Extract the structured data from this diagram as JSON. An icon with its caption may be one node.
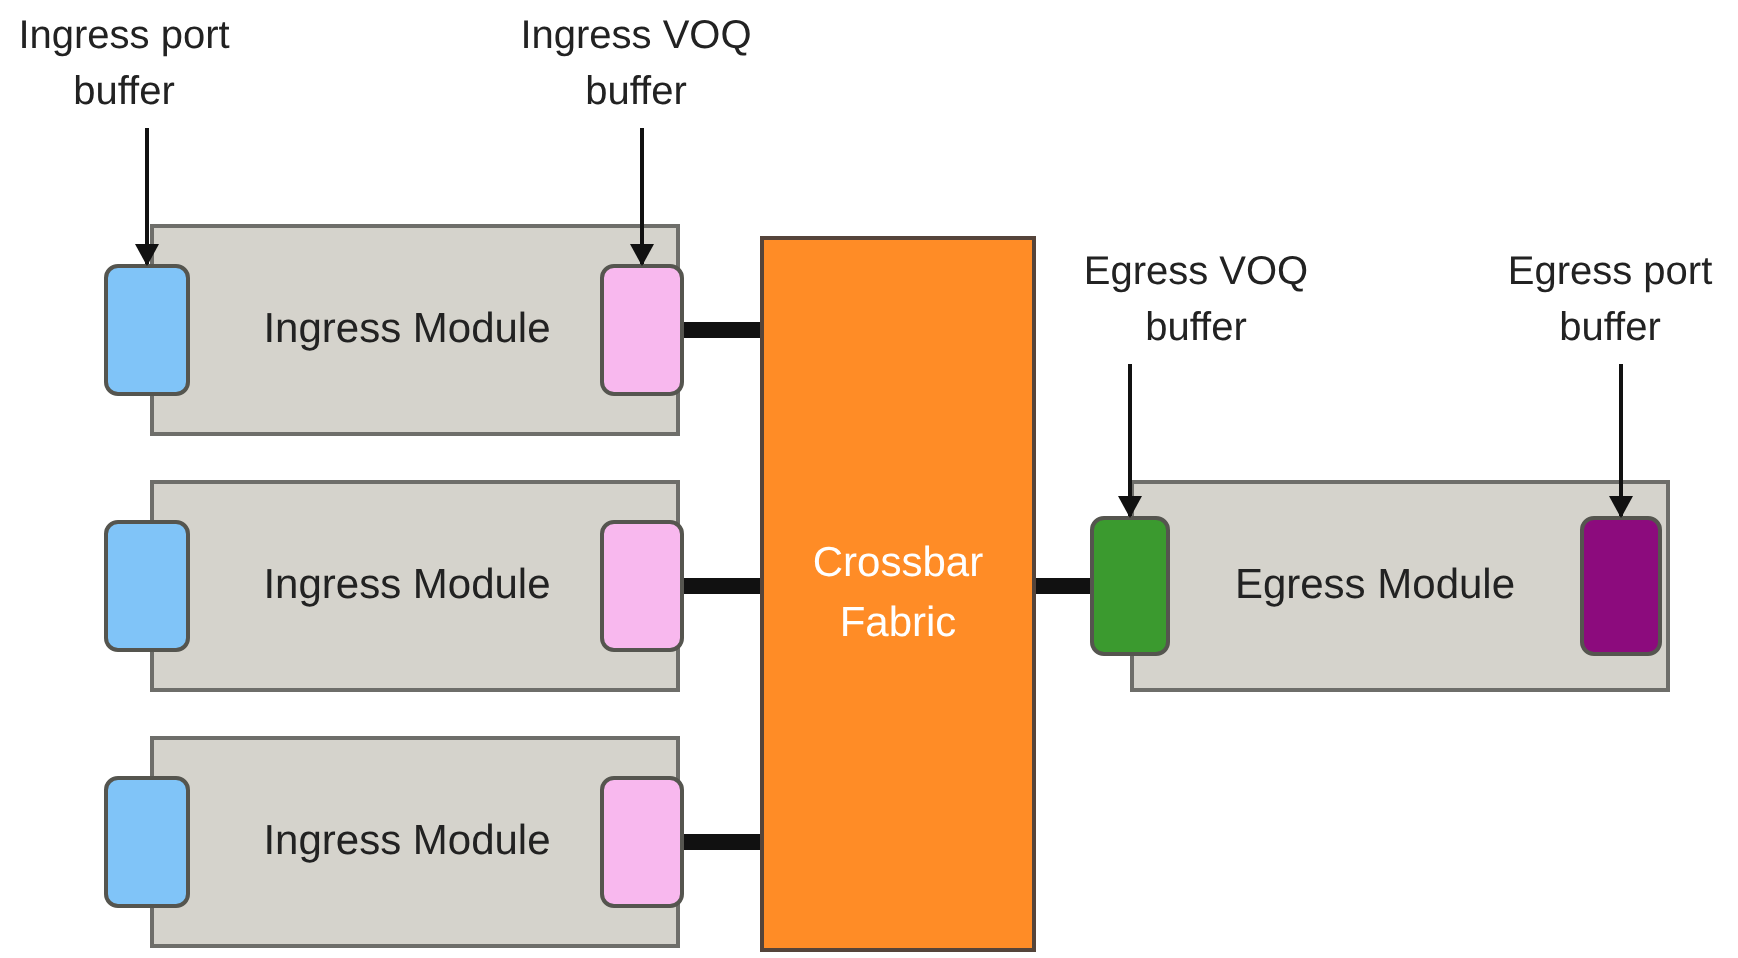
{
  "diagram": {
    "nodes": [
      {
        "text": [
          "Ingress port buffer"
        ]
      },
      {
        "text": [
          "Ingress VOQ buffer"
        ]
      },
      {
        "text": [
          "Ingress Module"
        ]
      },
      {
        "text": [],
        "shape": "box",
        "in": 2
      },
      {
        "text": [],
        "shape": "box",
        "in": 2
      },
      {
        "text": [
          "Ingress Module"
        ]
      },
      {
        "text": [],
        "shape": "box",
        "in": 5
      },
      {
        "text": [],
        "shape": "box",
        "in": 5
      },
      {
        "text": [
          "Ingress Module"
        ]
      },
      {
        "text": [],
        "shape": "box",
        "in": 8
      },
      {
        "text": [],
        "shape": "box",
        "in": 8
      },
      {
        "text": [
          "Crossbar Fabric"
        ]
      },
      {
        "text": [
          "Egress VOQ buffer"
        ]
      },
      {
        "text": [
          "Egress port buffer"
        ]
      },
      {
        "text": [
          "Egress Module"
        ]
      },
      {
        "text": [],
        "shape": "box",
        "in": 14
      },
      {
        "text": [],
        "shape": "box",
        "in": 14
      }
    ],
    "edges": [
      {
        "from": 0,
        "to": 3,
        "arrow": "to"
      },
      {
        "from": 1,
        "to": 4,
        "arrow": "to"
      },
      {
        "from": 4,
        "to": 11,
        "arrow": "none",
        "style": "thick"
      },
      {
        "from": 7,
        "to": 11,
        "arrow": "none",
        "style": "thick"
      },
      {
        "from": 10,
        "to": 11,
        "arrow": "none",
        "style": "thick"
      },
      {
        "from": 11,
        "to": 15,
        "arrow": "none",
        "style": "thick"
      },
      {
        "from": 12,
        "to": 15,
        "arrow": "to"
      },
      {
        "from": 13,
        "to": 16,
        "arrow": "to"
      }
    ]
  }
}
